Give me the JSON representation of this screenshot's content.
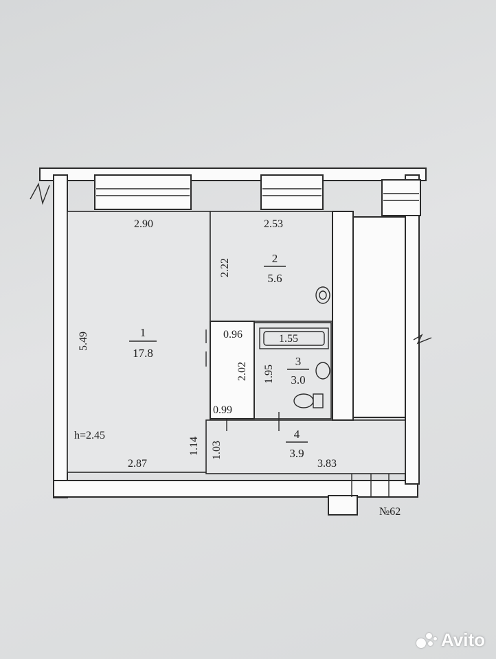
{
  "plan": {
    "rooms": [
      {
        "number": "1",
        "area": "17.8"
      },
      {
        "number": "2",
        "area": "5.6"
      },
      {
        "number": "3",
        "area": "3.0"
      },
      {
        "number": "4",
        "area": "3.9"
      }
    ],
    "dimensions": {
      "d290": "2.90",
      "d253": "2.53",
      "d222": "2.22",
      "d549": "5.49",
      "d096": "0.96",
      "d155": "1.55",
      "d202": "2.02",
      "d195": "1.95",
      "d099": "0.99",
      "d114": "1.14",
      "d103": "1.03",
      "d287": "2.87",
      "d383": "3.83"
    },
    "ceiling_height": "h=2.45",
    "apartment_number": "№62"
  },
  "watermark": {
    "brand": "Avito"
  }
}
